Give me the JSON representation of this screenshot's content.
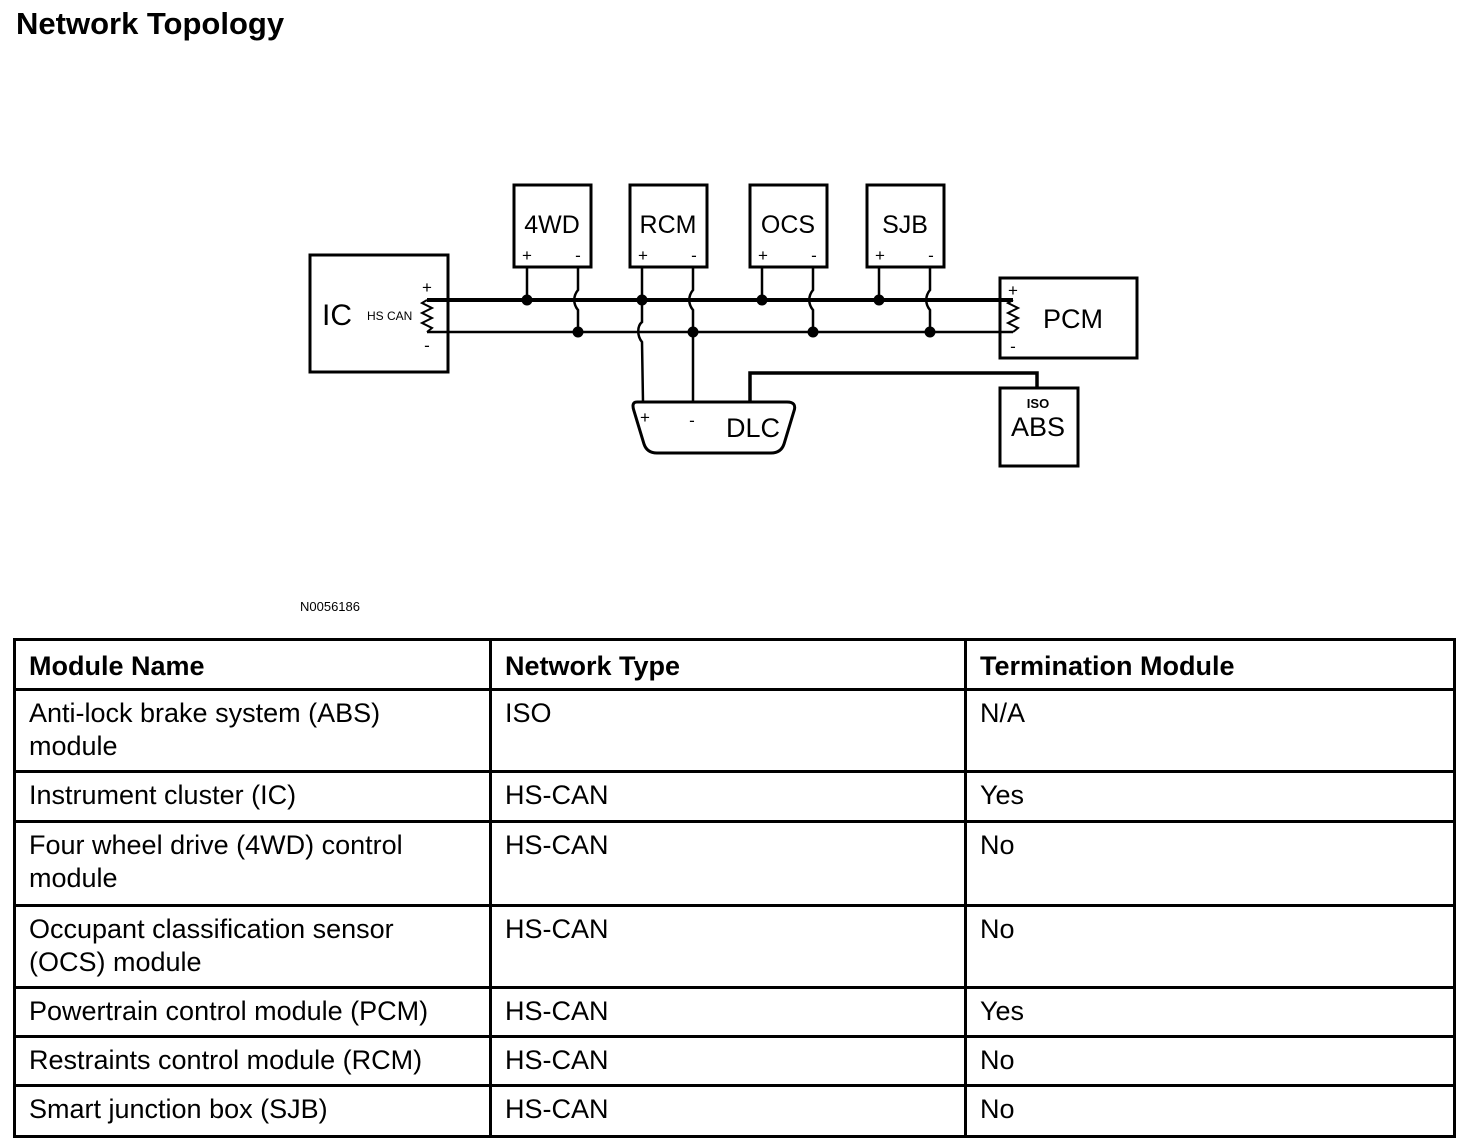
{
  "page": {
    "title": "Network Topology",
    "figure_id": "N0056186"
  },
  "diagram": {
    "nodes": {
      "ic": {
        "label": "IC",
        "bus_label": "HS CAN"
      },
      "fwd": {
        "label": "4WD"
      },
      "rcm": {
        "label": "RCM"
      },
      "ocs": {
        "label": "OCS"
      },
      "sjb": {
        "label": "SJB"
      },
      "pcm": {
        "label": "PCM"
      },
      "dlc": {
        "label": "DLC"
      },
      "abs": {
        "label": "ABS",
        "protocol_label": "ISO"
      }
    },
    "terminals": {
      "plus": "+",
      "minus": "-"
    }
  },
  "table": {
    "headers": [
      "Module Name",
      "Network Type",
      "Termination Module"
    ],
    "rows": [
      {
        "module": "Anti-lock brake system (ABS) module",
        "network": "ISO",
        "termination": "N/A"
      },
      {
        "module": "Instrument cluster (IC)",
        "network": "HS-CAN",
        "termination": "Yes"
      },
      {
        "module": "Four wheel drive (4WD) control module",
        "network": "HS-CAN",
        "termination": "No"
      },
      {
        "module": "Occupant classification sensor (OCS) module",
        "network": "HS-CAN",
        "termination": "No"
      },
      {
        "module": "Powertrain control module (PCM)",
        "network": "HS-CAN",
        "termination": "Yes"
      },
      {
        "module": "Restraints control module (RCM)",
        "network": "HS-CAN",
        "termination": "No"
      },
      {
        "module": "Smart junction box (SJB)",
        "network": "HS-CAN",
        "termination": "No"
      }
    ]
  },
  "colors": {
    "line": "#000000",
    "background": "#ffffff"
  }
}
